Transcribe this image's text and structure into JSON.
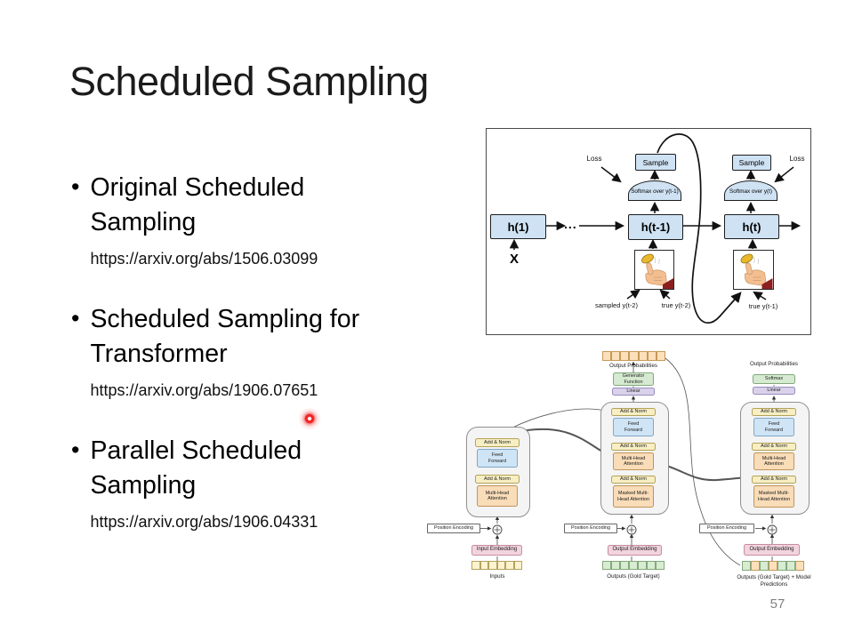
{
  "slide": {
    "title": "Scheduled Sampling",
    "bullet_char": "•",
    "page_number": "57"
  },
  "bullets": [
    {
      "label": "Original Scheduled Sampling",
      "link": "https://arxiv.org/abs/1506.03099"
    },
    {
      "label": "Scheduled Sampling for Transformer",
      "link": "https://arxiv.org/abs/1906.07651"
    },
    {
      "label": "Parallel Scheduled Sampling",
      "link": "https://arxiv.org/abs/1906.04331"
    }
  ],
  "rnn_diagram": {
    "h1": "h(1)",
    "ht_minus_1": "h(t-1)",
    "ht": "h(t)",
    "x_input": "X",
    "ellipsis": "...",
    "sample": "Sample",
    "softmax_t_minus_1": "Softmax over y(t-1)",
    "softmax_t": "Softmax over y(t)",
    "loss": "Loss",
    "sampled_y_t_minus_2": "sampled y(t-2)",
    "true_y_t_minus_2": "true y(t-2)",
    "true_y_t_minus_1": "true y(t-1)"
  },
  "transformer_diagram": {
    "add_norm": "Add & Norm",
    "feed_forward": "Feed Forward",
    "multi_head_attention": "Multi-Head Attention",
    "masked_multi_head_attention": "Masked Multi-Head Attention",
    "generator_function": "Generator Function",
    "linear": "Linear",
    "softmax": "Softmax",
    "output_probabilities": "Output Probabilities",
    "position_encoding": "Position Encoding",
    "input_embedding": "Input Embedding",
    "output_embedding": "Output Embedding",
    "inputs_label": "Inputs",
    "outputs_gold_label": "Outputs (Gold Target)",
    "outputs_gold_model_label": "Outputs (Gold Target) + Model Predictions",
    "cell_rows": {
      "inputs": [
        "yellow",
        "yellow",
        "yellow",
        "yellow",
        "yellow",
        "yellow"
      ],
      "output_probs": [
        "orange",
        "orange",
        "orange",
        "orange",
        "orange",
        "orange",
        "orange"
      ],
      "outputs_gold": [
        "green",
        "green",
        "green",
        "green",
        "green",
        "green",
        "green"
      ],
      "outputs_mixed": [
        "green",
        "orange",
        "green",
        "orange",
        "green",
        "green",
        "orange"
      ]
    }
  },
  "palette": {
    "rnn_box_blue": "#cfe2f3",
    "add_norm_yellow": "#f7eec3",
    "attention_orange": "#f9dcb8",
    "feed_forward_blue": "#cfe4f5",
    "softmax_green": "#d5ead0",
    "linear_purple": "#d9d2ea",
    "embedding_pink": "#f2d4de",
    "inputs_cell_yellow": "#fdf3cf",
    "outputs_cell_green": "#d8ecd2",
    "probs_cell_orange": "#fbe0bb",
    "laser_red": "#ee2222",
    "coin_gold": "#eab82c"
  }
}
